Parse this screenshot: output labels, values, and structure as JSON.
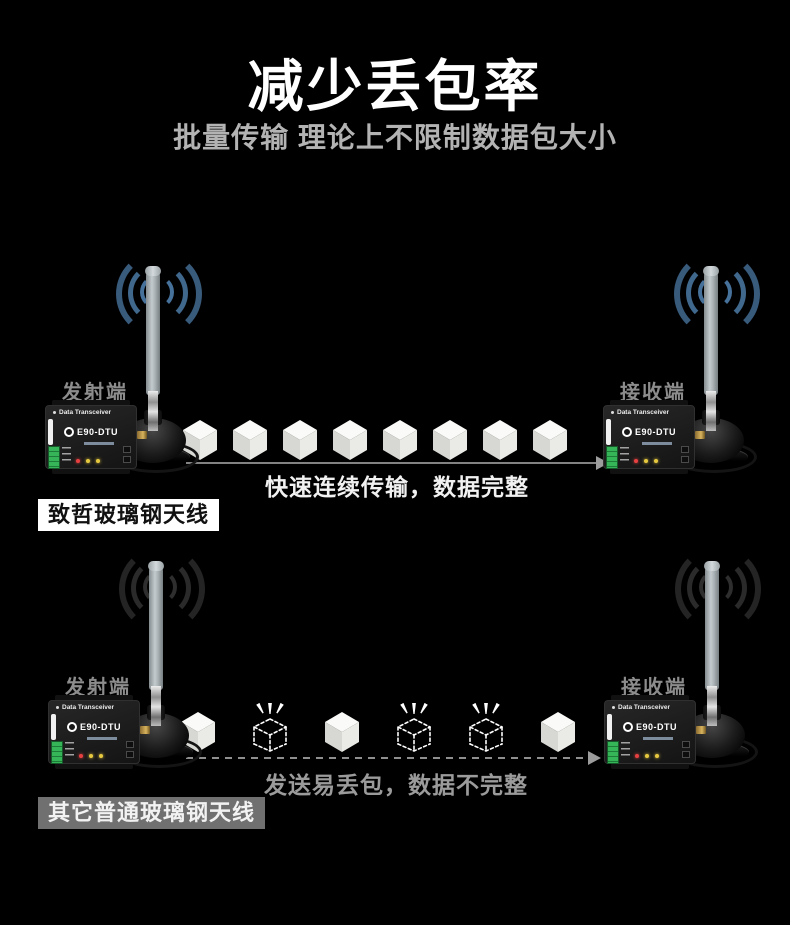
{
  "header": {
    "title": "减少丢包率",
    "subtitle": "批量传输 理论上不限制数据包大小"
  },
  "device": {
    "panel_title": "Data Transceiver",
    "model": "E90-DTU"
  },
  "scenes": [
    {
      "name": "zhizhe-fiberglass-antenna",
      "left_label": "发射端",
      "right_label": "接收端",
      "caption": "快速连续传输，数据完整",
      "tag": "致哲玻璃钢天线",
      "packets": [
        "ok",
        "ok",
        "ok",
        "ok",
        "ok",
        "ok",
        "ok",
        "ok"
      ],
      "wave_color": "#46719a",
      "arrow": "solid"
    },
    {
      "name": "ordinary-fiberglass-antenna",
      "left_label": "发射端",
      "right_label": "接收端",
      "caption": "发送易丢包，数据不完整",
      "tag": "其它普通玻璃钢天线",
      "packets": [
        "ok",
        "lost",
        "ok",
        "lost",
        "lost",
        "ok"
      ],
      "wave_color": "#2e2e2e",
      "arrow": "dashed"
    }
  ],
  "colors": {
    "background": "#000000",
    "title": "#ffffff",
    "subtitle": "#b3b3b3",
    "endpoint_label": "#8c8c8c",
    "caption_good": "#f1f1f1",
    "caption_bad": "#9b9b9b",
    "tag_good_bg": "#ffffff",
    "tag_good_text": "#111111",
    "tag_bad_bg": "#707070",
    "tag_bad_text": "#f2f2f2",
    "arrow": "#8f8f8f"
  }
}
